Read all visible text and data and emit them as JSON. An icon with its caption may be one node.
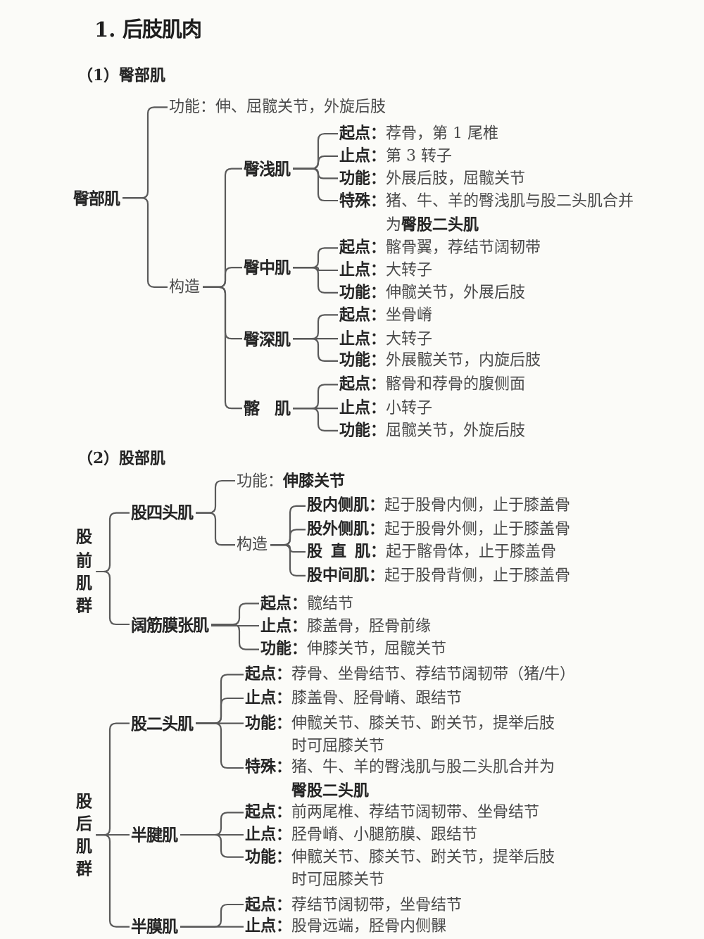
{
  "diagram": {
    "title": "1. 后肢肌肉",
    "nodes": [
      {
        "text": [
          "臀部肌"
        ]
      },
      {
        "text": [
          "功能：伸、屈髋关节，外旋后肢"
        ]
      },
      {
        "text": [
          "构造"
        ]
      },
      {
        "text": [
          "臀浅肌"
        ]
      },
      {
        "text": [
          "**起点：**荐骨，第 1 尾椎"
        ]
      },
      {
        "text": [
          "**止点：**第 3 转子"
        ]
      },
      {
        "text": [
          "**功能：**外展后肢，屈髋关节"
        ]
      },
      {
        "text": [
          "**特殊：**猪、牛、羊的臀浅肌与股二头肌合并为**臀股二头肌**"
        ]
      },
      {
        "text": [
          "臀中肌"
        ]
      },
      {
        "text": [
          "**起点：**髂骨翼，荐结节阔韧带"
        ]
      },
      {
        "text": [
          "**止点：**大转子"
        ]
      },
      {
        "text": [
          "**功能：**伸髋关节，外展后肢"
        ]
      },
      {
        "text": [
          "臀深肌"
        ]
      },
      {
        "text": [
          "**起点：**坐骨嵴"
        ]
      },
      {
        "text": [
          "**止点：**大转子"
        ]
      },
      {
        "text": [
          "**功能：**外展髋关节，内旋后肢"
        ]
      },
      {
        "text": [
          "髂　肌"
        ]
      },
      {
        "text": [
          "**起点：**髂骨和荐骨的腹侧面"
        ]
      },
      {
        "text": [
          "**止点：**小转子"
        ]
      },
      {
        "text": [
          "**功能：**屈髋关节，外旋后肢"
        ]
      },
      {
        "text": [
          "股前肌群"
        ]
      },
      {
        "text": [
          "股四头肌"
        ]
      },
      {
        "text": [
          "功能：**伸膝关节**"
        ]
      },
      {
        "text": [
          "构造"
        ]
      },
      {
        "text": [
          "**股内侧肌：**起于股骨内侧，止于膝盖骨"
        ]
      },
      {
        "text": [
          "**股外侧肌：**起于股骨外侧，止于膝盖骨"
        ]
      },
      {
        "text": [
          "**股 直 肌：**起于髂骨体，止于膝盖骨"
        ]
      },
      {
        "text": [
          "**股中间肌：**起于股骨背侧，止于膝盖骨"
        ]
      },
      {
        "text": [
          "阔筋膜张肌"
        ]
      },
      {
        "text": [
          "**起点：**髋结节"
        ]
      },
      {
        "text": [
          "**止点：**膝盖骨，胫骨前缘"
        ]
      },
      {
        "text": [
          "**功能：**伸膝关节，屈髋关节"
        ]
      },
      {
        "text": [
          "股后肌群"
        ]
      },
      {
        "text": [
          "股二头肌"
        ]
      },
      {
        "text": [
          "**起点：**荐骨、坐骨结节、荐结节阔韧带（猪/牛）"
        ]
      },
      {
        "text": [
          "**止点：**膝盖骨、胫骨嵴、跟结节"
        ]
      },
      {
        "text": [
          "**功能：**伸髋关节、膝关节、跗关节，提举后肢时可屈膝关节"
        ]
      },
      {
        "text": [
          "**特殊：**猪、牛、羊的臀浅肌与股二头肌合并为**臀股二头肌**"
        ]
      },
      {
        "text": [
          "半腱肌"
        ]
      },
      {
        "text": [
          "**起点：**前两尾椎、荐结节阔韧带、坐骨结节"
        ]
      },
      {
        "text": [
          "**止点：**胫骨嵴、小腿筋膜、跟结节"
        ]
      },
      {
        "text": [
          "**功能：**伸髋关节、膝关节、跗关节，提举后肢时可屈膝关节"
        ]
      },
      {
        "text": [
          "半膜肌"
        ]
      },
      {
        "text": [
          "**起点：**荐结节阔韧带，坐骨结节"
        ]
      },
      {
        "text": [
          "**止点：**股骨远端，胫骨内侧髁"
        ]
      }
    ],
    "edges": [
      {
        "from": 0,
        "to": 1,
        "arrow": "none"
      },
      {
        "from": 0,
        "to": 2,
        "arrow": "none"
      },
      {
        "from": 2,
        "to": 3,
        "arrow": "none"
      },
      {
        "from": 2,
        "to": 8,
        "arrow": "none"
      },
      {
        "from": 2,
        "to": 12,
        "arrow": "none"
      },
      {
        "from": 2,
        "to": 16,
        "arrow": "none"
      },
      {
        "from": 3,
        "to": 4,
        "arrow": "none"
      },
      {
        "from": 3,
        "to": 5,
        "arrow": "none"
      },
      {
        "from": 3,
        "to": 6,
        "arrow": "none"
      },
      {
        "from": 3,
        "to": 7,
        "arrow": "none"
      },
      {
        "from": 8,
        "to": 9,
        "arrow": "none"
      },
      {
        "from": 8,
        "to": 10,
        "arrow": "none"
      },
      {
        "from": 8,
        "to": 11,
        "arrow": "none"
      },
      {
        "from": 12,
        "to": 13,
        "arrow": "none"
      },
      {
        "from": 12,
        "to": 14,
        "arrow": "none"
      },
      {
        "from": 12,
        "to": 15,
        "arrow": "none"
      },
      {
        "from": 16,
        "to": 17,
        "arrow": "none"
      },
      {
        "from": 16,
        "to": 18,
        "arrow": "none"
      },
      {
        "from": 16,
        "to": 19,
        "arrow": "none"
      },
      {
        "from": 20,
        "to": 21,
        "arrow": "none"
      },
      {
        "from": 20,
        "to": 28,
        "arrow": "none"
      },
      {
        "from": 21,
        "to": 22,
        "arrow": "none"
      },
      {
        "from": 21,
        "to": 23,
        "arrow": "none"
      },
      {
        "from": 23,
        "to": 24,
        "arrow": "none"
      },
      {
        "from": 23,
        "to": 25,
        "arrow": "none"
      },
      {
        "from": 23,
        "to": 26,
        "arrow": "none"
      },
      {
        "from": 23,
        "to": 27,
        "arrow": "none"
      },
      {
        "from": 28,
        "to": 29,
        "arrow": "none"
      },
      {
        "from": 28,
        "to": 30,
        "arrow": "none"
      },
      {
        "from": 28,
        "to": 31,
        "arrow": "none"
      },
      {
        "from": 32,
        "to": 33,
        "arrow": "none"
      },
      {
        "from": 32,
        "to": 38,
        "arrow": "none"
      },
      {
        "from": 32,
        "to": 42,
        "arrow": "none"
      },
      {
        "from": 33,
        "to": 34,
        "arrow": "none"
      },
      {
        "from": 33,
        "to": 35,
        "arrow": "none"
      },
      {
        "from": 33,
        "to": 36,
        "arrow": "none"
      },
      {
        "from": 33,
        "to": 37,
        "arrow": "none"
      },
      {
        "from": 38,
        "to": 39,
        "arrow": "none"
      },
      {
        "from": 38,
        "to": 40,
        "arrow": "none"
      },
      {
        "from": 38,
        "to": 41,
        "arrow": "none"
      },
      {
        "from": 42,
        "to": 43,
        "arrow": "none"
      },
      {
        "from": 42,
        "to": 44,
        "arrow": "none"
      }
    ],
    "labels": [
      "（1）臀部肌",
      "（2）股部肌"
    ]
  }
}
